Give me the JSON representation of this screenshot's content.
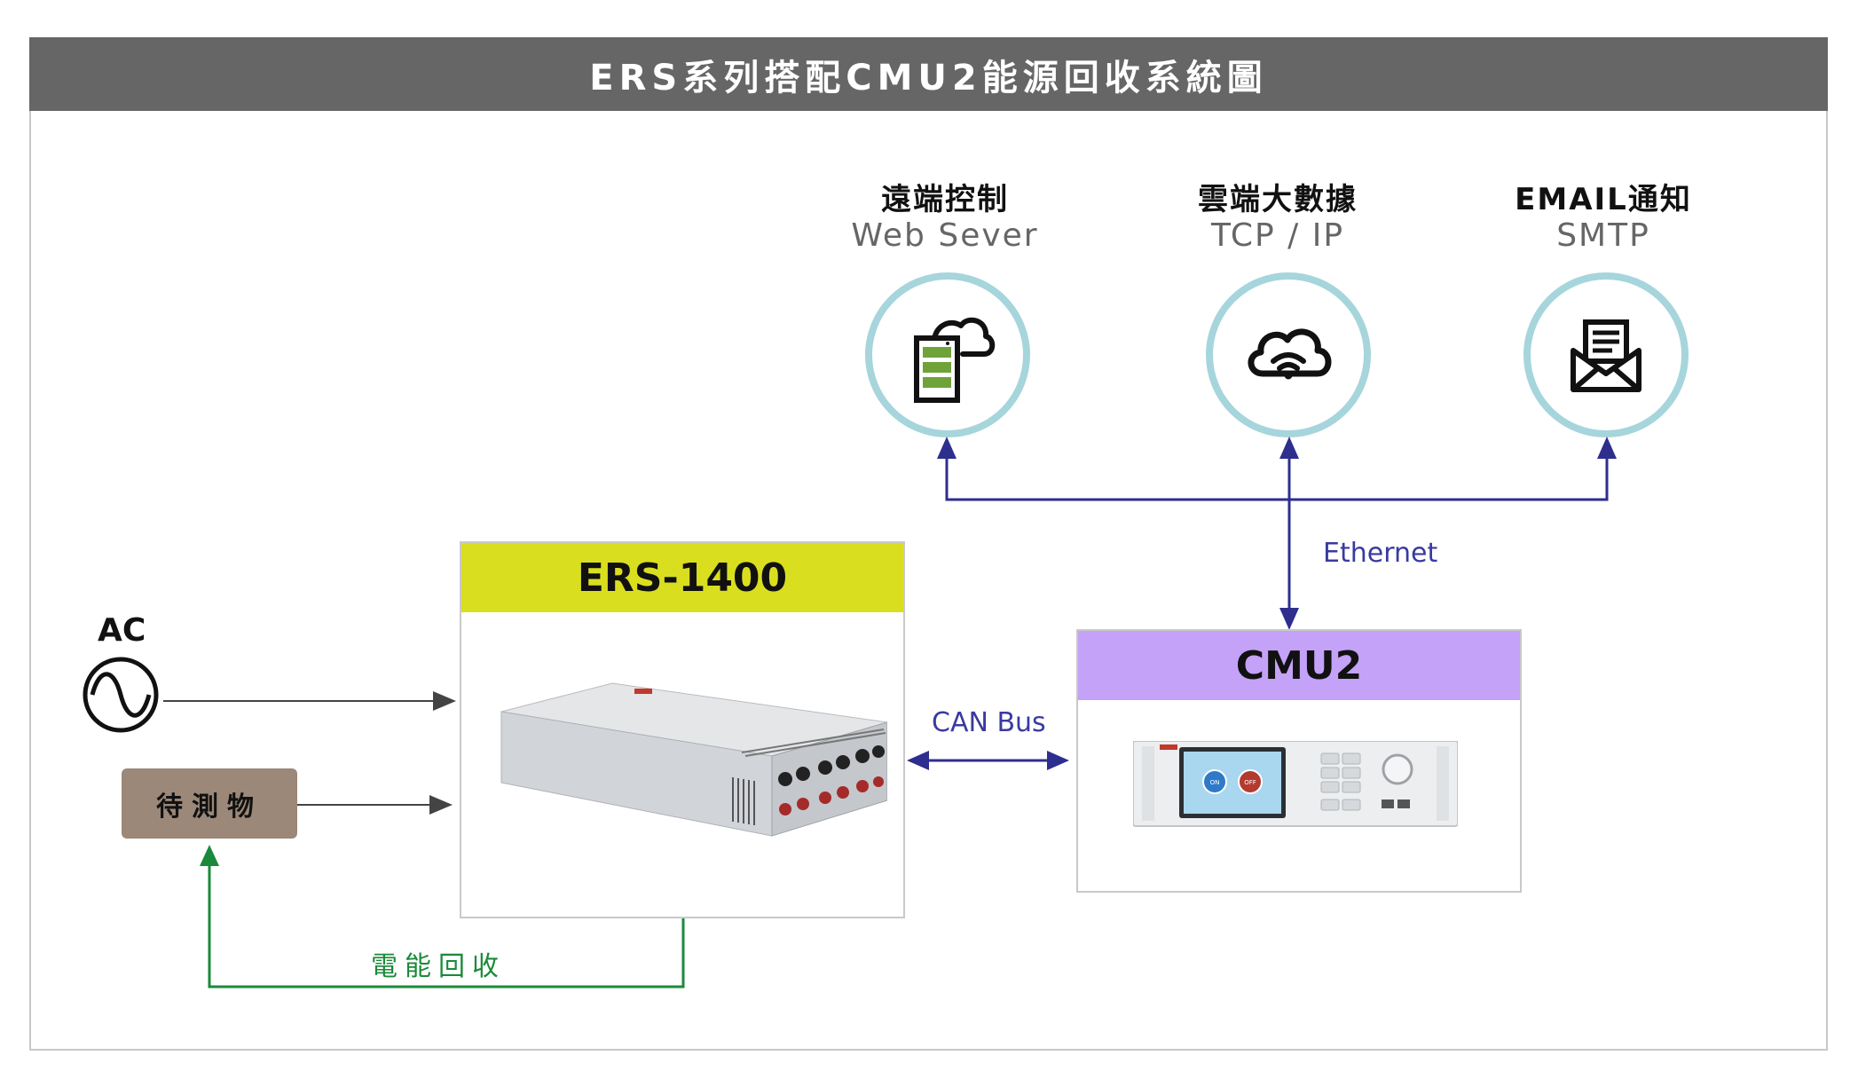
{
  "title": "ERS系列搭配CMU2能源回收系統圖",
  "services": [
    {
      "title": "遠端控制",
      "subtitle": "Web Sever",
      "icon": "server-cloud-icon"
    },
    {
      "title": "雲端大數據",
      "subtitle": "TCP / IP",
      "icon": "cloud-wifi-icon"
    },
    {
      "title": "EMAIL通知",
      "subtitle": "SMTP",
      "icon": "email-icon"
    }
  ],
  "ers": {
    "label": "ERS-1400",
    "header_color": "#d9df1f"
  },
  "cmu": {
    "label": "CMU2",
    "header_color": "#c3a2f7",
    "screen_left": "ON",
    "screen_right": "OFF"
  },
  "ac": {
    "label": "AC"
  },
  "dut": {
    "label": "待測物"
  },
  "links": {
    "ethernet": "Ethernet",
    "canbus": "CAN Bus",
    "recovery": "電能回收"
  },
  "colors": {
    "link_blue": "#2e2e8f",
    "recovery_green": "#1a8a3a",
    "circle_ring": "#a6d5dc",
    "title_bar": "#666666"
  }
}
